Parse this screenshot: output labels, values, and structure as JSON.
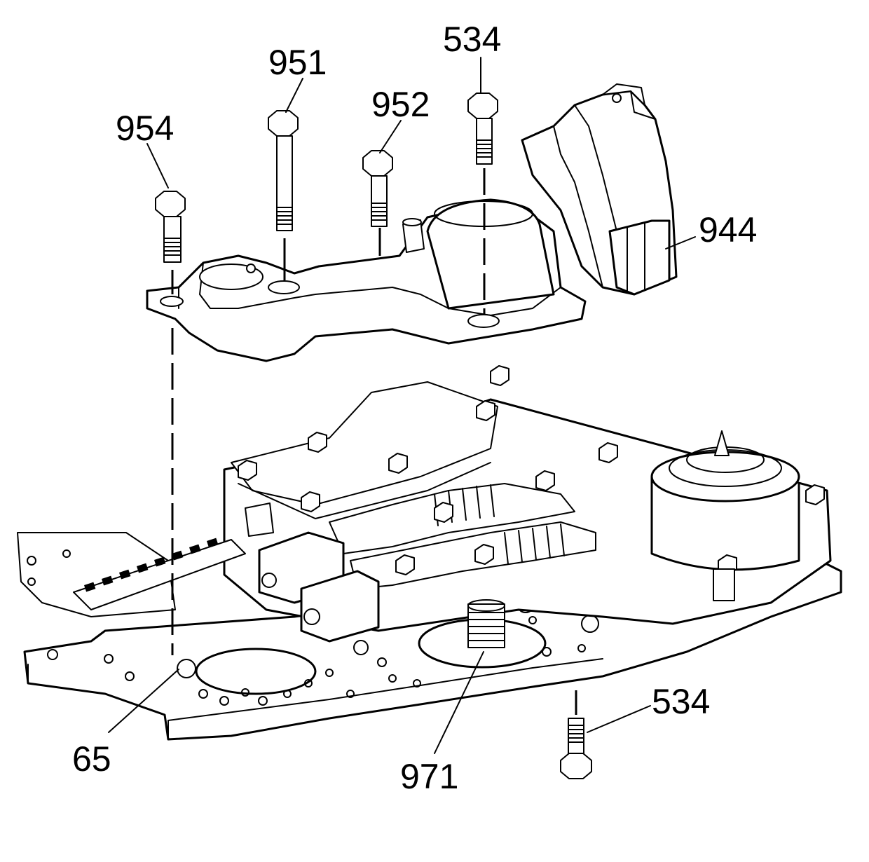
{
  "callouts": {
    "c954": "954",
    "c951": "951",
    "c952": "952",
    "c534_top": "534",
    "c944": "944",
    "c65": "65",
    "c971": "971",
    "c534_bottom": "534"
  }
}
